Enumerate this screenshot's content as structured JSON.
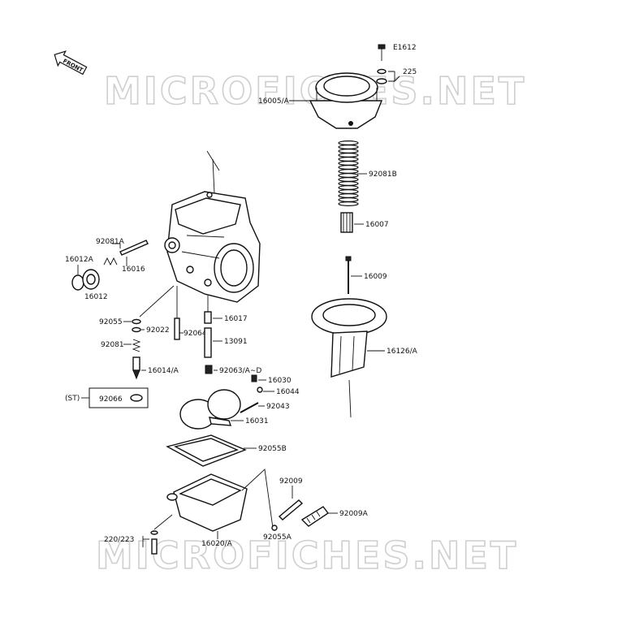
{
  "watermark": "MICROFICHES.NET",
  "front_badge": "FRONT",
  "ref_code": "E1612",
  "labels": {
    "p225": "225",
    "p16005": "16005/A",
    "p92081b": "92081B",
    "p16007": "16007",
    "p16009": "16009",
    "p16126": "16126/A",
    "p92081a": "92081A",
    "p16012a": "16012A",
    "p16016": "16016",
    "p16012": "16012",
    "p92055": "92055",
    "p92022": "92022",
    "p92064": "92064",
    "p16017": "16017",
    "p13091": "13091",
    "p92081": "92081",
    "p16014": "16014/A",
    "p92063": "92063/A∼D",
    "p16030": "16030",
    "p16044": "16044",
    "pst": "(ST)",
    "p92066": "92066",
    "p92043": "92043",
    "p16031": "16031",
    "p92055b": "92055B",
    "p92009": "92009",
    "p92009a": "92009A",
    "p220": "220/223",
    "p16020": "16020/A",
    "p92055a": "92055A"
  }
}
